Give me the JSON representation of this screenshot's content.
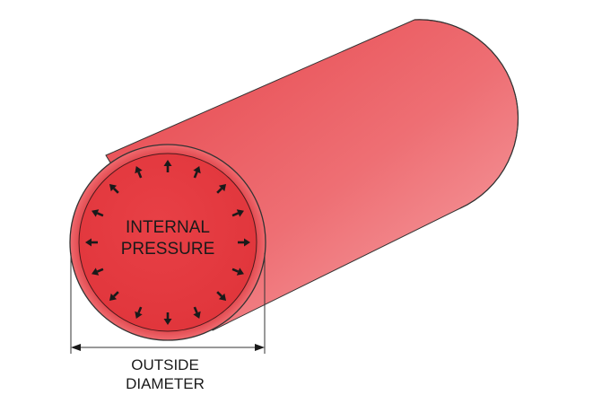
{
  "labels": {
    "internal_line1": "INTERNAL",
    "internal_line2": "PRESSURE",
    "outside_line1": "OUTSIDE",
    "outside_line2": "DIAMETER"
  },
  "colors": {
    "pipe_body_dark": "#e8474c",
    "pipe_body_light": "#f5a0a4",
    "pipe_face": "#e53940",
    "outline": "#333333",
    "arrow": "#1a1a1a"
  },
  "pressure_arrow_count": 16
}
